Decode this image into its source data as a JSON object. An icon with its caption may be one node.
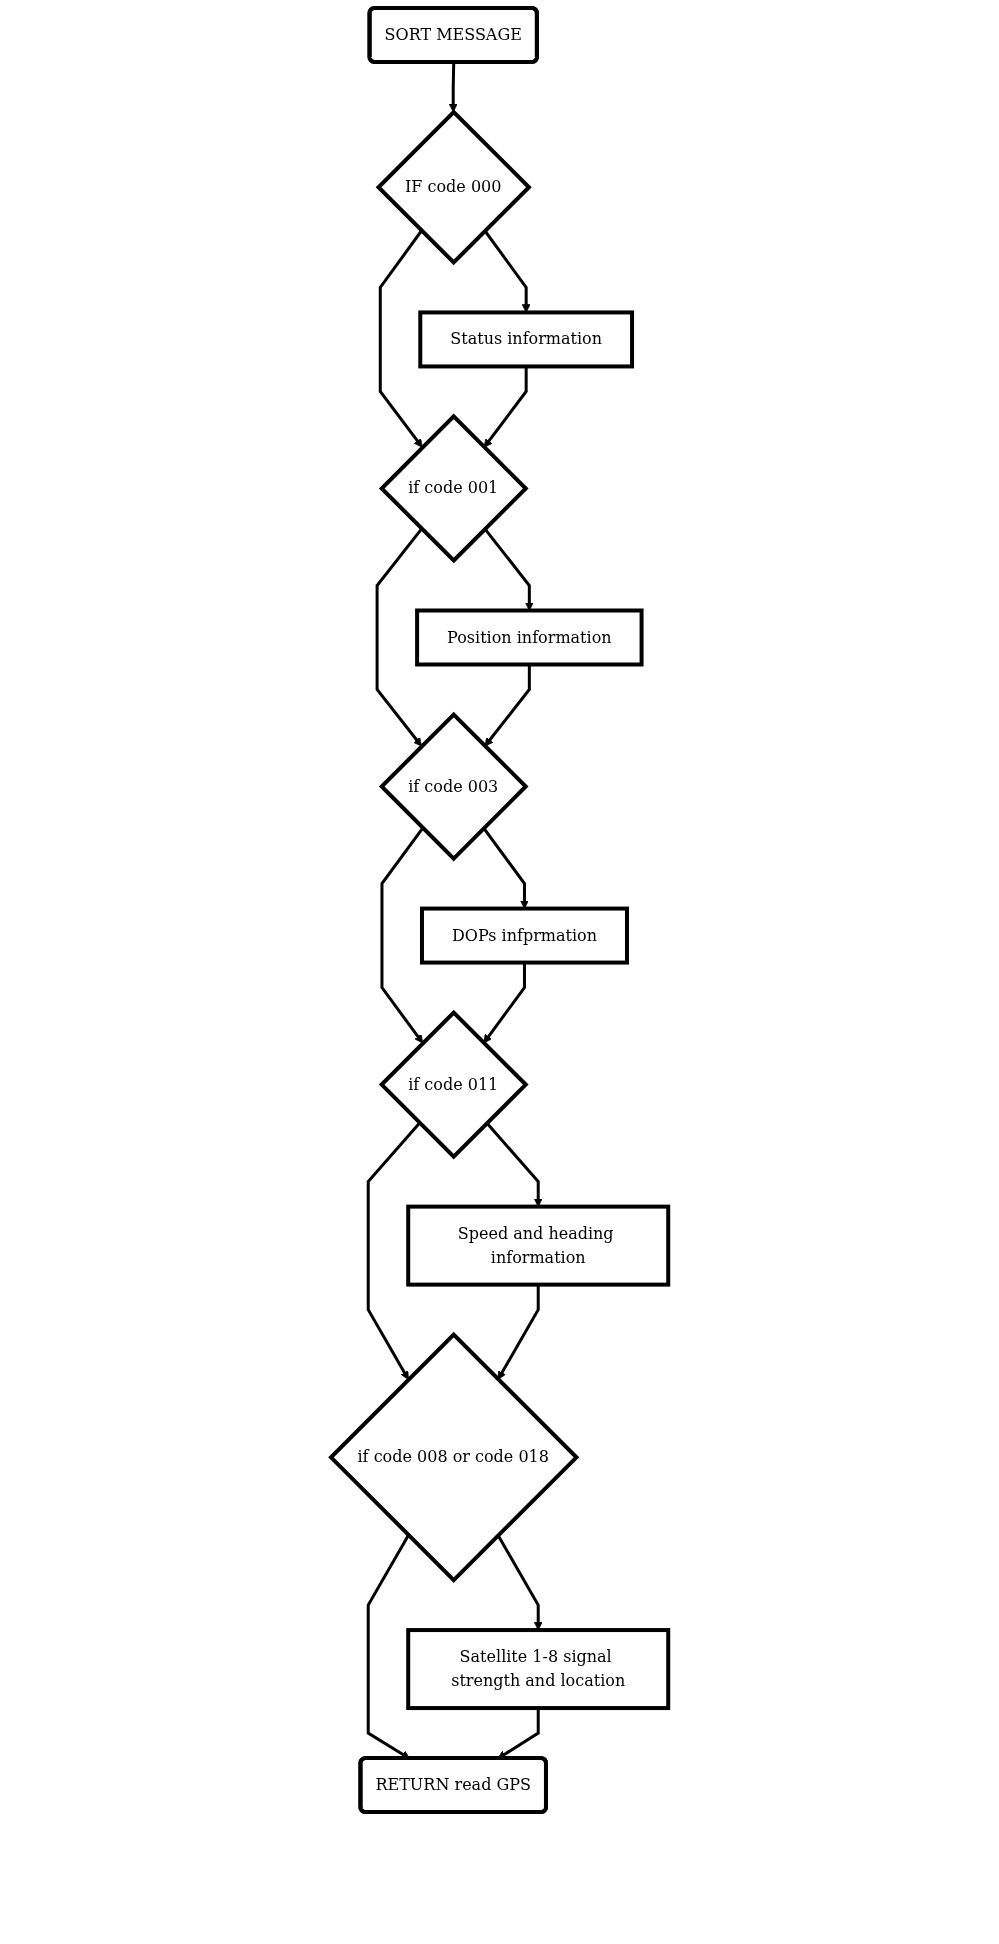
{
  "diagram": {
    "nodes": [
      {
        "text": [
          "SORT MESSAGE"
        ]
      },
      {
        "text": [
          "IF code 000"
        ]
      },
      {
        "text": [
          "Status information"
        ]
      },
      {
        "text": [
          "if code 001"
        ]
      },
      {
        "text": [
          "Position information"
        ]
      },
      {
        "text": [
          "if code 003"
        ]
      },
      {
        "text": [
          "DOPs infprmation"
        ]
      },
      {
        "text": [
          "if code 011"
        ]
      },
      {
        "text": [
          "Speed and heading information"
        ]
      },
      {
        "text": [
          "if code 008 or code 018"
        ]
      },
      {
        "text": [
          "Satellite 1-8 signal strength and location"
        ]
      },
      {
        "text": [
          "RETURN read GPS"
        ]
      }
    ],
    "edges": [
      {
        "from": 0,
        "to": 1,
        "arrow": "to"
      },
      {
        "from": 1,
        "to": 2,
        "arrow": "to"
      },
      {
        "from": 1,
        "to": 3,
        "arrow": "to"
      },
      {
        "from": 2,
        "to": 3,
        "arrow": "to"
      },
      {
        "from": 3,
        "to": 4,
        "arrow": "to"
      },
      {
        "from": 3,
        "to": 5,
        "arrow": "to"
      },
      {
        "from": 4,
        "to": 5,
        "arrow": "to"
      },
      {
        "from": 5,
        "to": 6,
        "arrow": "to"
      },
      {
        "from": 5,
        "to": 7,
        "arrow": "to"
      },
      {
        "from": 6,
        "to": 7,
        "arrow": "to"
      },
      {
        "from": 7,
        "to": 8,
        "arrow": "to"
      },
      {
        "from": 7,
        "to": 9,
        "arrow": "to"
      },
      {
        "from": 8,
        "to": 9,
        "arrow": "to"
      },
      {
        "from": 9,
        "to": 10,
        "arrow": "to"
      },
      {
        "from": 9,
        "to": 11,
        "arrow": "to"
      },
      {
        "from": 10,
        "to": 11,
        "arrow": "to"
      }
    ]
  }
}
